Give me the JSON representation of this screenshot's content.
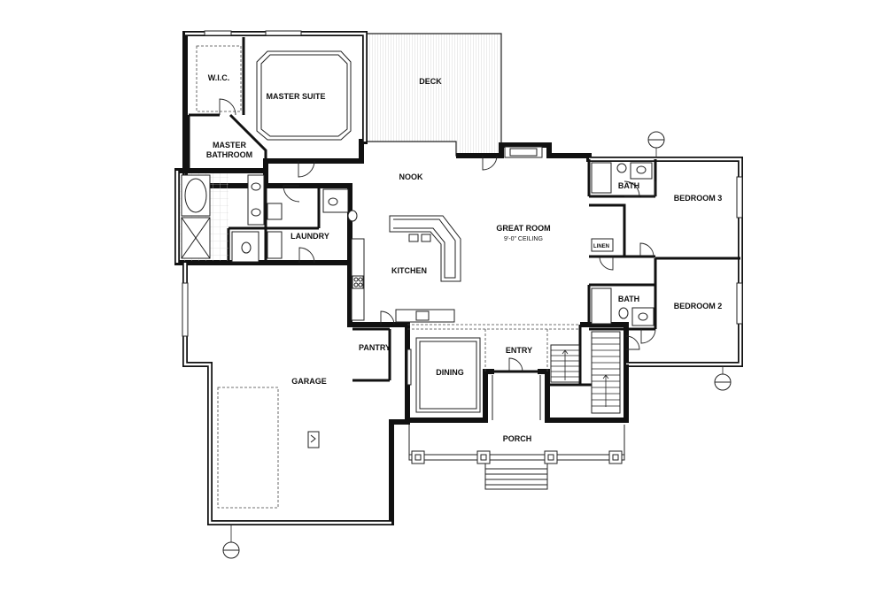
{
  "rooms": {
    "wic": "W.I.C.",
    "master_suite": "MASTER SUITE",
    "deck": "DECK",
    "master_bathroom_line1": "MASTER",
    "master_bathroom_line2": "BATHROOM",
    "nook": "NOOK",
    "laundry": "LAUNDRY",
    "great_room": "GREAT ROOM",
    "great_room_ceiling": "9'-0\" CEILING",
    "kitchen": "KITCHEN",
    "bath_upper": "BATH",
    "bedroom3": "BEDROOM 3",
    "linen": "LINEN",
    "bath_lower": "BATH",
    "bedroom2": "BEDROOM 2",
    "pantry": "PANTRY",
    "dining": "DINING",
    "entry": "ENTRY",
    "garage": "GARAGE",
    "porch": "PORCH"
  },
  "colors": {
    "wall": "#111111",
    "background": "#ffffff",
    "deck_hatch": "#dddddd"
  },
  "icons": [
    "section-marker-icon",
    "door-swing-icon",
    "stair-icon",
    "toilet-icon",
    "sink-icon",
    "tub-icon",
    "range-icon"
  ]
}
